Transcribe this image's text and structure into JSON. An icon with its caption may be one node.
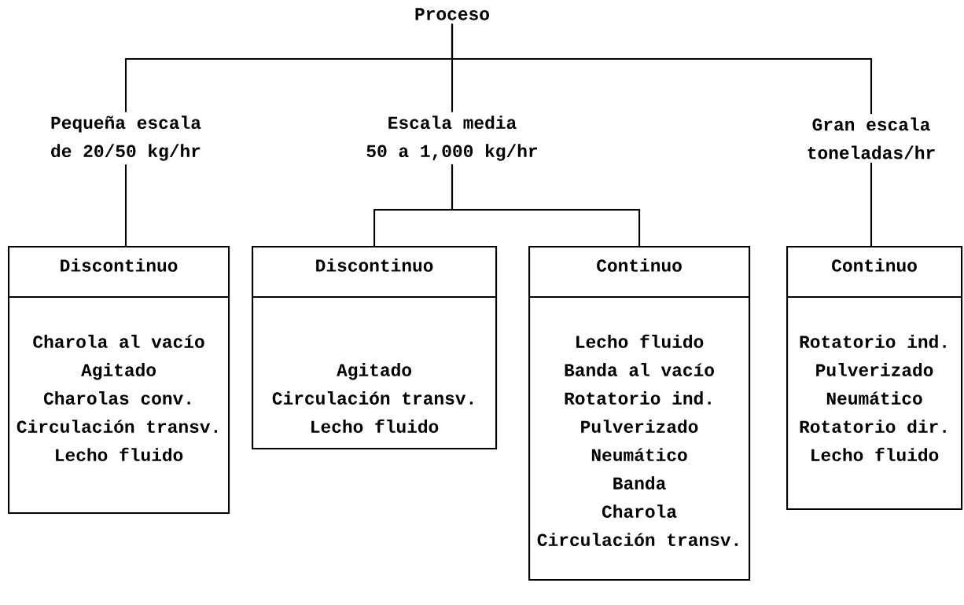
{
  "diagram": {
    "nodes": [
      {
        "text": [
          "Proceso"
        ]
      },
      {
        "text": [
          "Pequeña escala",
          "de 20/50 kg/hr"
        ]
      },
      {
        "text": [
          "Escala media",
          "50 a 1,000 kg/hr"
        ]
      },
      {
        "text": [
          "Gran escala",
          "toneladas/hr"
        ]
      },
      {
        "text": [
          "Discontinuo",
          "Charola al vacío",
          "Agitado",
          "Charolas conv.",
          "Circulación transv.",
          "Lecho fluido"
        ]
      },
      {
        "text": [
          "Discontinuo",
          "Agitado",
          "Circulación transv.",
          "Lecho fluido"
        ]
      },
      {
        "text": [
          "Continuo",
          "Lecho fluido",
          "Banda al vacío",
          "Rotatorio ind.",
          "Pulverizado",
          "Neumático",
          "Banda",
          "Charola",
          "Circulación transv."
        ]
      },
      {
        "text": [
          "Continuo",
          "Rotatorio ind.",
          "Pulverizado",
          "Neumático",
          "Rotatorio dir.",
          "Lecho fluido"
        ]
      }
    ],
    "edges": [
      {
        "from": 0,
        "to": 1,
        "arrow": "none"
      },
      {
        "from": 0,
        "to": 2,
        "arrow": "none"
      },
      {
        "from": 0,
        "to": 3,
        "arrow": "none"
      },
      {
        "from": 1,
        "to": 4,
        "arrow": "none"
      },
      {
        "from": 2,
        "to": 5,
        "arrow": "none"
      },
      {
        "from": 2,
        "to": 6,
        "arrow": "none"
      },
      {
        "from": 3,
        "to": 7,
        "arrow": "none"
      }
    ]
  }
}
